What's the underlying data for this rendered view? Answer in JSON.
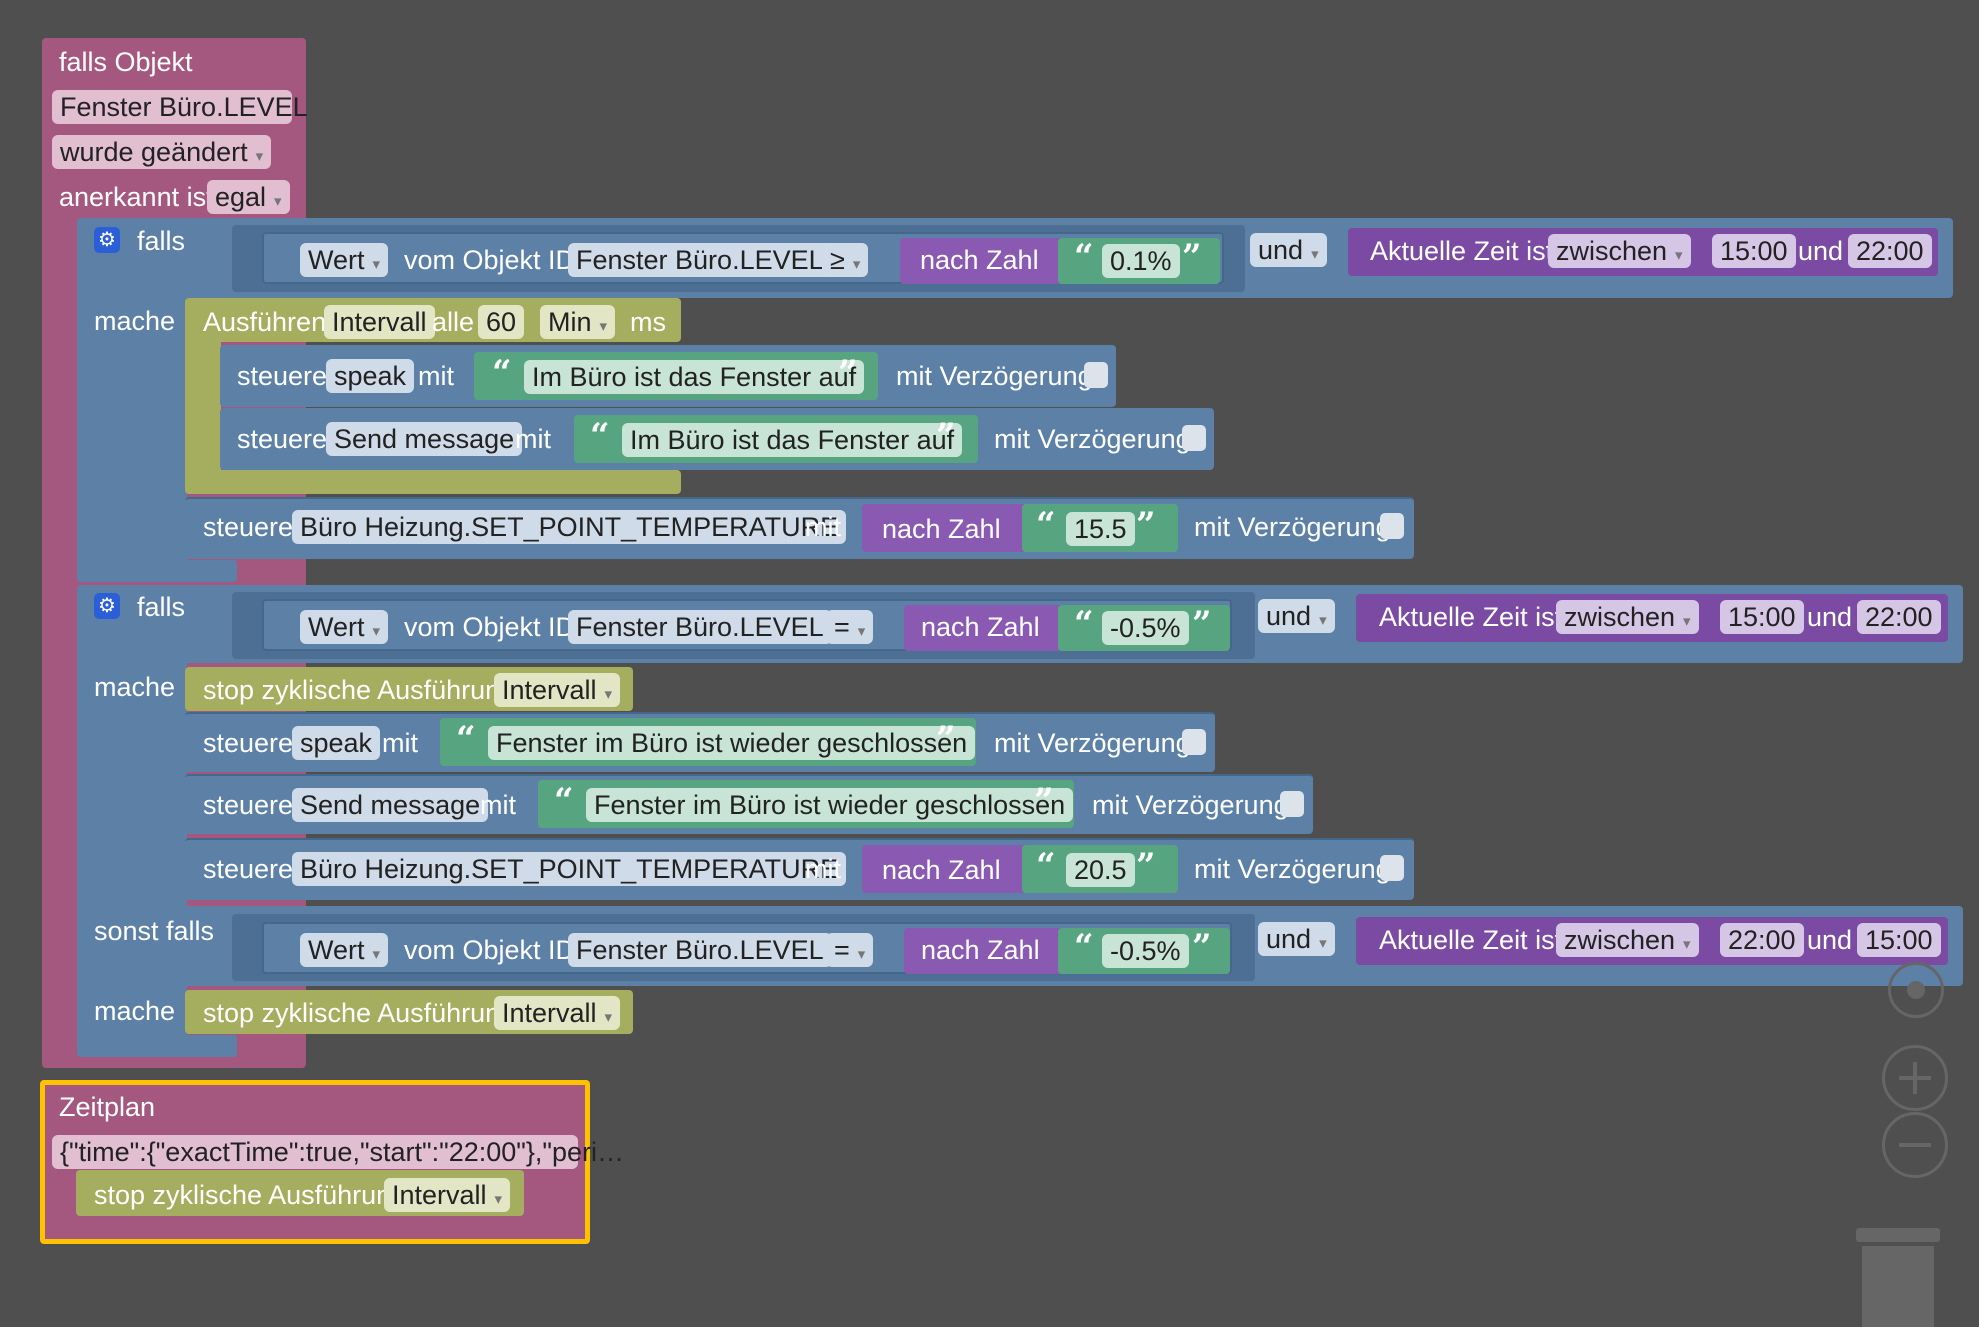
{
  "trigger": {
    "title": "falls Objekt",
    "object": "Fenster Büro.LEVEL",
    "event": "wurde geändert",
    "ack_label": "anerkannt ist",
    "ack_value": "egal"
  },
  "if1": {
    "falls_label": "falls",
    "mache_label": "mache",
    "cond": {
      "wert": "Wert",
      "vom_label": "vom Objekt ID",
      "object": "Fenster Büro.LEVEL",
      "op": "≥",
      "nach_zahl": "nach Zahl",
      "value": "0.1%",
      "und": "und",
      "time_label": "Aktuelle Zeit ist",
      "time_mode": "zwischen",
      "from": "15:00",
      "und2": "und",
      "to": "22:00"
    },
    "interval": {
      "ausfuehren": "Ausführen",
      "name": "Intervall",
      "alle": "alle",
      "value": "60",
      "unit": "Min",
      "ms": "ms"
    },
    "actions": [
      {
        "steuere": "steuere",
        "target": "speak",
        "mit": "mit",
        "text": "Im Büro ist das Fenster auf",
        "delay": "mit Verzögerung"
      },
      {
        "steuere": "steuere",
        "target": "Send message",
        "mit": "mit",
        "text": "Im Büro ist das Fenster auf",
        "delay": "mit Verzögerung"
      }
    ],
    "heat": {
      "steuere": "steuere",
      "target": "Büro Heizung.SET_POINT_TEMPERATURE",
      "mit": "mit",
      "nach_zahl": "nach Zahl",
      "value": "15.5",
      "delay": "mit Verzögerung"
    }
  },
  "if2": {
    "falls_label": "falls",
    "mache_label": "mache",
    "cond": {
      "wert": "Wert",
      "vom_label": "vom Objekt ID",
      "object": "Fenster Büro.LEVEL",
      "op": "=",
      "nach_zahl": "nach Zahl",
      "value": "-0.5%",
      "und": "und",
      "time_label": "Aktuelle Zeit ist",
      "time_mode": "zwischen",
      "from": "15:00",
      "und2": "und",
      "to": "22:00"
    },
    "stop": {
      "label": "stop zyklische Ausführung",
      "name": "Intervall"
    },
    "actions": [
      {
        "steuere": "steuere",
        "target": "speak",
        "mit": "mit",
        "text": "Fenster im Büro ist wieder geschlossen",
        "delay": "mit Verzögerung"
      },
      {
        "steuere": "steuere",
        "target": "Send message",
        "mit": "mit",
        "text": "Fenster im Büro ist wieder geschlossen",
        "delay": "mit Verzögerung"
      }
    ],
    "heat": {
      "steuere": "steuere",
      "target": "Büro Heizung.SET_POINT_TEMPERATURE",
      "mit": "mit",
      "nach_zahl": "nach Zahl",
      "value": "20.5",
      "delay": "mit Verzögerung"
    },
    "sonst_label": "sonst falls",
    "mache2_label": "mache",
    "cond2": {
      "wert": "Wert",
      "vom_label": "vom Objekt ID",
      "object": "Fenster Büro.LEVEL",
      "op": "=",
      "nach_zahl": "nach Zahl",
      "value": "-0.5%",
      "und": "und",
      "time_label": "Aktuelle Zeit ist",
      "time_mode": "zwischen",
      "from": "22:00",
      "und2": "und",
      "to": "15:00"
    },
    "stop2": {
      "label": "stop zyklische Ausführung",
      "name": "Intervall"
    }
  },
  "schedule": {
    "title": "Zeitplan",
    "value": "{\"time\":{\"exactTime\":true,\"start\":\"22:00\"},\"peri…",
    "stop": {
      "label": "stop zyklische Ausführung",
      "name": "Intervall"
    }
  },
  "controls": [
    "recenter-icon",
    "zoom-in-icon",
    "zoom-out-icon",
    "trash-icon"
  ],
  "colors": {
    "event": "#a5587f",
    "logic": "#5c80a6",
    "timer": "#a5ad5f",
    "time": "#8a5ab3",
    "text": "#57a580",
    "selected": "#ffc200"
  }
}
